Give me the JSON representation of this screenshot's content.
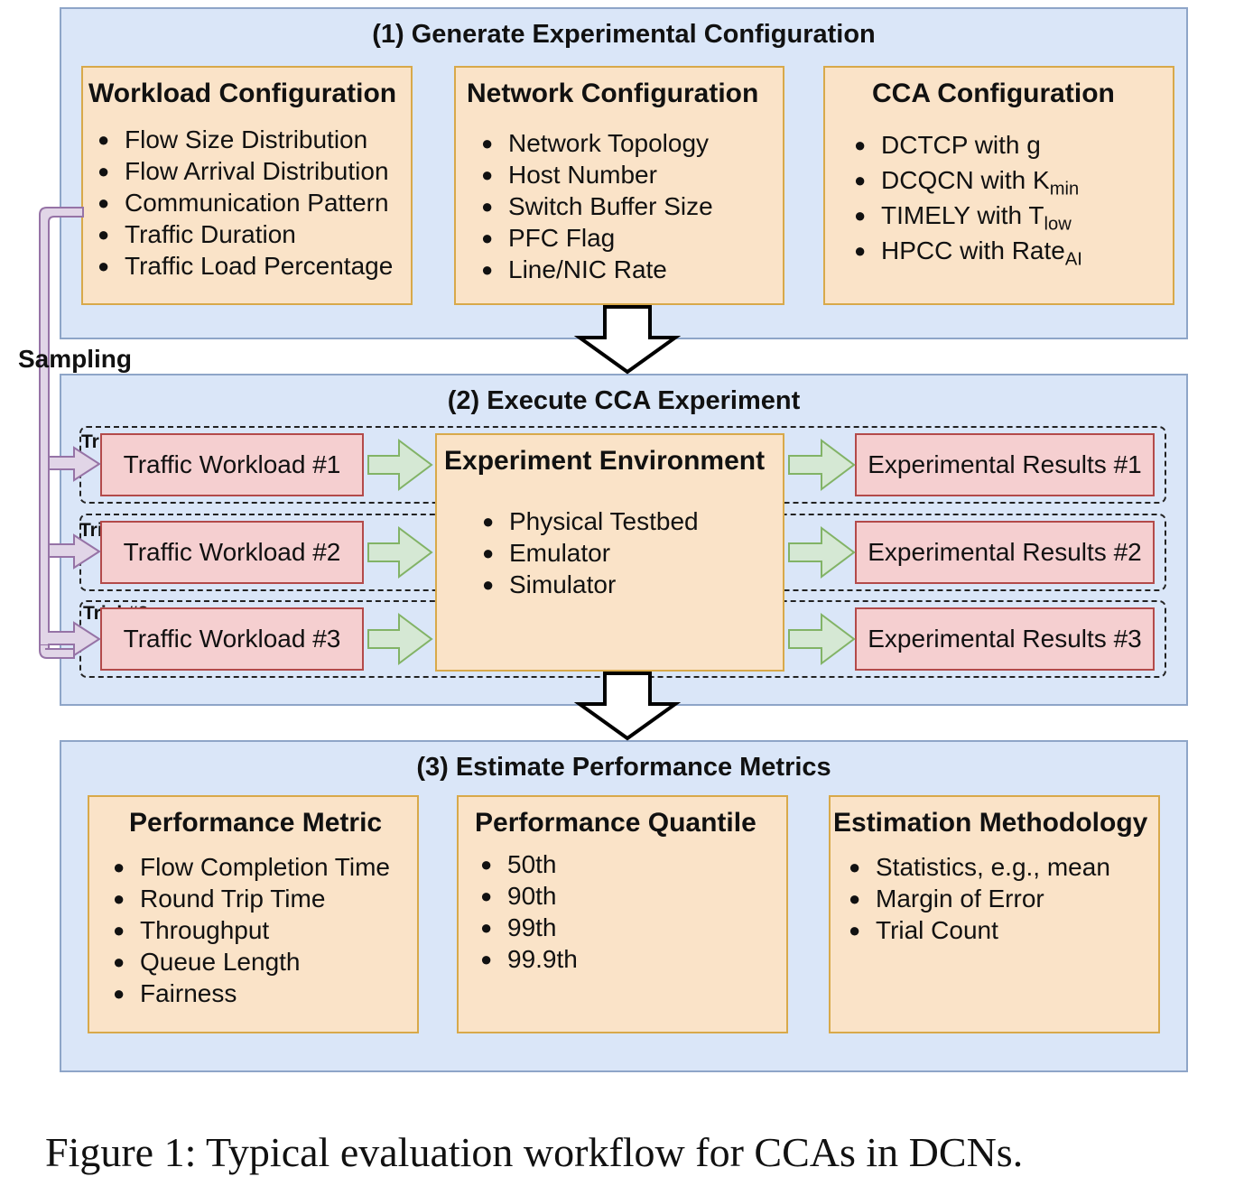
{
  "stage1": {
    "title": "(1) Generate Experimental Configuration",
    "workload": {
      "title": "Workload Configuration",
      "items": [
        "Flow Size Distribution",
        "Flow Arrival Distribution",
        "Communication Pattern",
        "Traffic Duration",
        "Traffic Load Percentage"
      ]
    },
    "network": {
      "title": "Network Configuration",
      "items": [
        "Network Topology",
        "Host Number",
        "Switch Buffer Size",
        "PFC Flag",
        "Line/NIC Rate"
      ]
    },
    "cca": {
      "title": "CCA Configuration",
      "items": [
        {
          "text": "DCTCP with g",
          "sub": ""
        },
        {
          "text": "DCQCN with K",
          "sub": "min"
        },
        {
          "text": "TIMELY with T",
          "sub": "low"
        },
        {
          "text": "HPCC with Rate",
          "sub": "AI"
        }
      ]
    }
  },
  "sampling_label": "Sampling",
  "stage2": {
    "title": "(2) Execute CCA Experiment",
    "trials": [
      {
        "label": "Trial #1",
        "workload": "Traffic Workload #1",
        "result": "Experimental Results #1"
      },
      {
        "label": "Trial #2",
        "workload": "Traffic Workload #2",
        "result": "Experimental Results #2"
      },
      {
        "label": "Trial #3",
        "workload": "Traffic Workload #3",
        "result": "Experimental Results #3"
      }
    ],
    "environment": {
      "title": "Experiment Environment",
      "items": [
        "Physical Testbed",
        "Emulator",
        "Simulator"
      ]
    }
  },
  "stage3": {
    "title": "(3) Estimate Performance Metrics",
    "metric": {
      "title": "Performance Metric",
      "items": [
        "Flow Completion Time",
        "Round Trip Time",
        "Throughput",
        "Queue Length",
        "Fairness"
      ]
    },
    "quantile": {
      "title": "Performance Quantile",
      "items": [
        "50th",
        "90th",
        "99th",
        "99.9th"
      ]
    },
    "methodology": {
      "title": "Estimation Methodology",
      "items": [
        "Statistics, e.g., mean",
        "Margin of Error",
        "Trial Count"
      ]
    }
  },
  "caption": "Figure 1: Typical evaluation workflow for CCAs in DCNs.",
  "colors": {
    "stage_fill": "#dae6f8",
    "stage_border": "#8ea5c8",
    "config_fill": "#fae3c8",
    "config_border": "#d8a94a",
    "workload_fill": "#f5cfd0",
    "workload_border": "#b34a4a",
    "flow_arrow_fill": "#d5e8d4",
    "flow_arrow_border": "#82b366",
    "sampling_arrow_fill": "#e1d5e7",
    "sampling_arrow_border": "#9673a6"
  }
}
